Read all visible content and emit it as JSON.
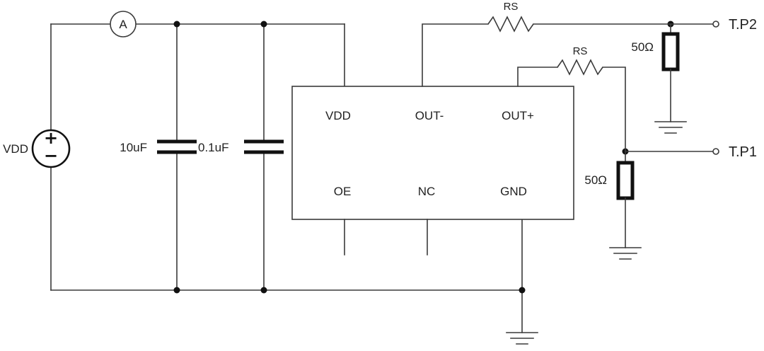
{
  "source": {
    "label": "VDD",
    "plus": "+",
    "minus": "−"
  },
  "ammeter": {
    "label": "A"
  },
  "capacitors": [
    {
      "id": "c1",
      "label": "10uF"
    },
    {
      "id": "c2",
      "label": "0.1uF"
    }
  ],
  "chip": {
    "pins": {
      "vdd": "VDD",
      "out_minus": "OUT-",
      "out_plus": "OUT+",
      "oe": "OE",
      "nc": "NC",
      "gnd": "GND"
    }
  },
  "series_resistors": [
    {
      "id": "rs1",
      "label": "RS"
    },
    {
      "id": "rs2",
      "label": "RS"
    }
  ],
  "load_resistors": [
    {
      "id": "r_tp2",
      "label": "50Ω"
    },
    {
      "id": "r_tp1",
      "label": "50Ω"
    }
  ],
  "test_points": [
    {
      "id": "tp2",
      "label": "T.P2"
    },
    {
      "id": "tp1",
      "label": "T.P1"
    }
  ],
  "colors": {
    "wire": "#3a3a3a",
    "component": "#111111",
    "background": "#ffffff"
  }
}
